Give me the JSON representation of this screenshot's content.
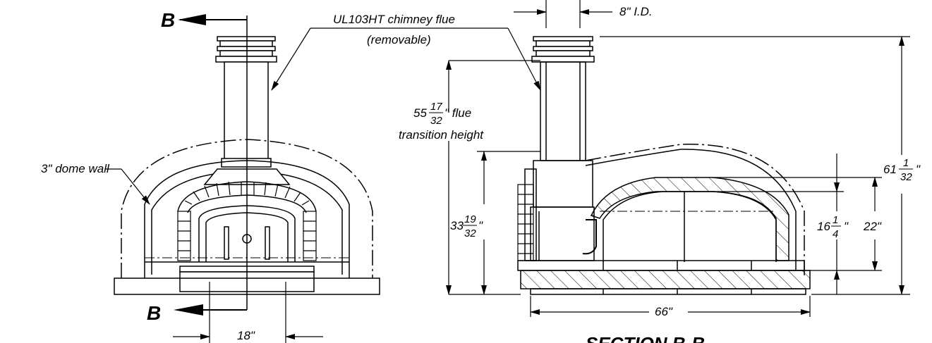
{
  "front_view": {
    "section_marker_top": "B",
    "section_marker_bottom": "B",
    "dome_wall_label": "3\" dome wall",
    "opening_width": "18\""
  },
  "chimney": {
    "label_line1": "UL103HT chimney flue",
    "label_line2": "(removable)",
    "inner_diameter": "8\" I.D."
  },
  "section_view": {
    "flue_height_whole": "55",
    "flue_height_num": "17",
    "flue_height_den": "32",
    "flue_height_suffix": "\" flue",
    "flue_height_line2": "transition height",
    "entry_height_whole": "33",
    "entry_height_num": "19",
    "entry_height_den": "32",
    "entry_height_suffix": "\"",
    "total_height_whole": "61",
    "total_height_num": "1",
    "total_height_den": "32",
    "total_height_suffix": "\"",
    "dome_height_whole": "16",
    "dome_height_num": "1",
    "dome_height_den": "4",
    "dome_height_suffix": "\"",
    "interior_height": "22\"",
    "overall_width": "66\"",
    "title": "SECTION B-B"
  }
}
